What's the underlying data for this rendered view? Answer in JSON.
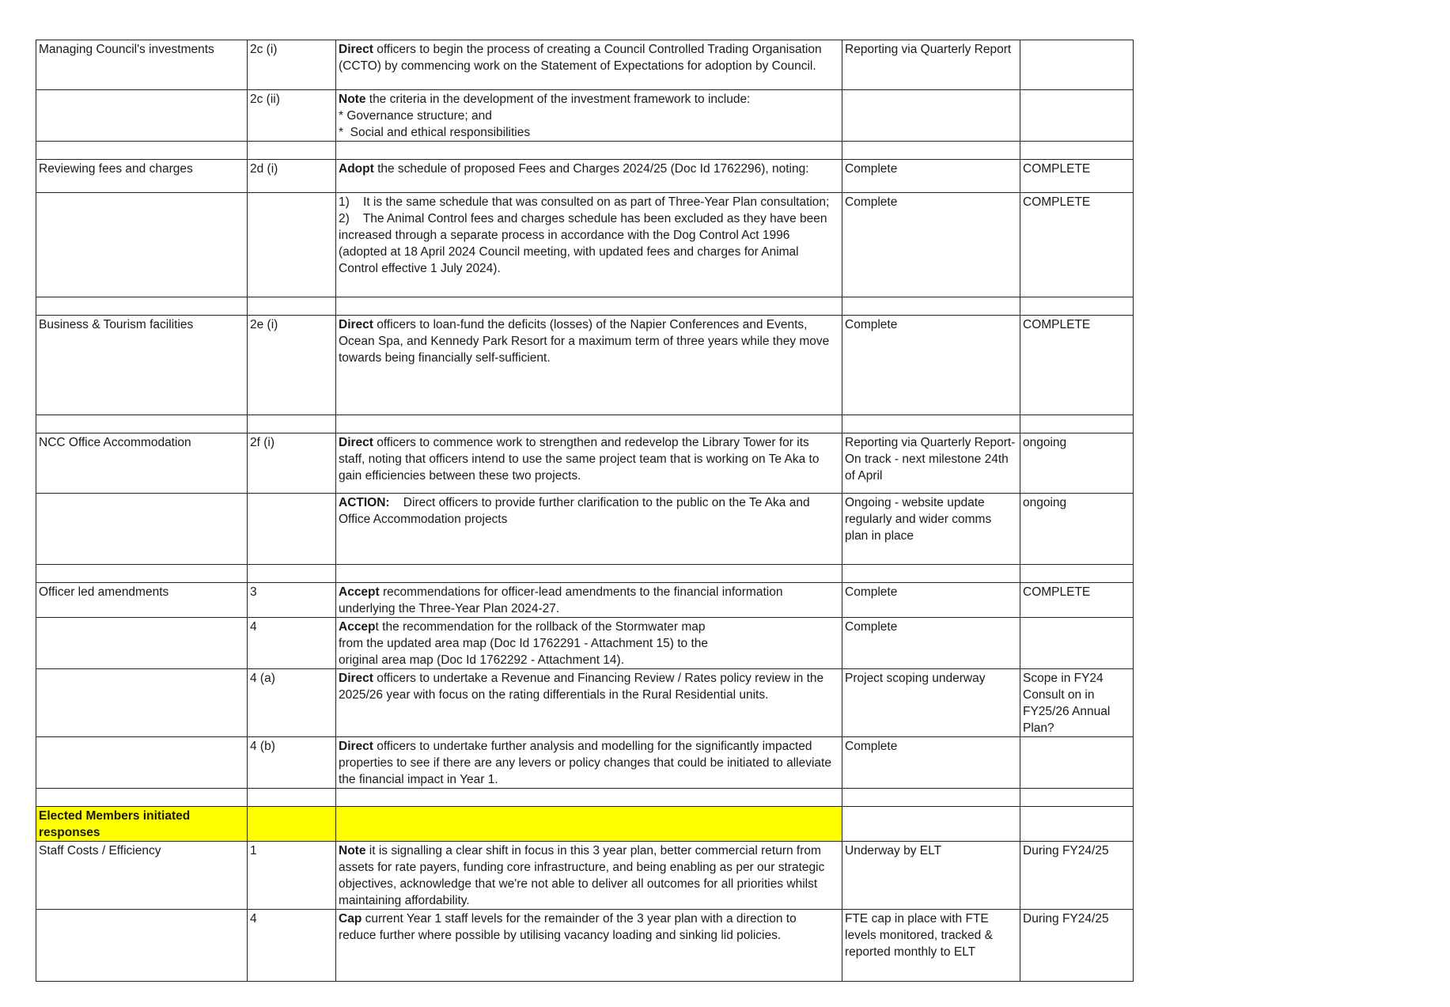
{
  "rows": [
    {
      "area": "Managing Council's investments",
      "ref": "2c (i)",
      "rec_lines": [
        {
          "kw": "Direct",
          "text": " officers to begin the process of creating a Council Controlled Trading Organisation"
        },
        {
          "kw": "",
          "text": "(CCTO) by commencing work on the Statement of Expectations for adoption by Council."
        }
      ],
      "progress": "Reporting via Quarterly Report",
      "status": ""
    },
    {
      "area": "",
      "ref": "2c (ii)",
      "rec_lines": [
        {
          "kw": "Note",
          "text": " the criteria in the development of the investment framework to include:"
        },
        {
          "kw": "",
          "text": "* Governance structure; and"
        },
        {
          "kw": "",
          "text": "*  Social and ethical responsibilities"
        }
      ],
      "progress": "",
      "status": ""
    },
    {
      "spacer": true
    },
    {
      "area": "Reviewing fees and charges",
      "ref": "2d (i)",
      "rec_lines": [
        {
          "kw": "Adopt",
          "text": " the schedule of proposed Fees and Charges 2024/25 (Doc Id 1762296), noting:"
        }
      ],
      "progress": "Complete",
      "status": "COMPLETE"
    },
    {
      "area": "",
      "ref": "",
      "rec_lines": [
        {
          "kw": "",
          "text": "1)    It is the same schedule that was consulted on as part of Three-Year Plan consultation;"
        },
        {
          "kw": "",
          "text": "2)    The Animal Control fees and charges schedule has been excluded as they have been"
        },
        {
          "kw": "",
          "text": "increased through a separate process in accordance with the Dog Control Act 1996"
        },
        {
          "kw": "",
          "text": "(adopted at 18 April 2024 Council meeting, with updated fees and charges for Animal"
        },
        {
          "kw": "",
          "text": "Control effective 1 July 2024)."
        }
      ],
      "progress": "Complete",
      "status": "COMPLETE"
    },
    {
      "spacer": true
    },
    {
      "area": "Business & Tourism facilities",
      "ref": "2e (i)",
      "rec_lines": [
        {
          "kw": "Direct",
          "text": " officers to loan-fund the deficits (losses) of the Napier Conferences and Events,"
        },
        {
          "kw": "",
          "text": "Ocean Spa, and Kennedy Park Resort for a maximum term of three years while they move"
        },
        {
          "kw": "",
          "text": "towards being financially self-sufficient."
        }
      ],
      "progress": "Complete",
      "status": "COMPLETE"
    },
    {
      "spacer": true
    },
    {
      "area": "NCC Office Accommodation",
      "ref": "2f (i)",
      "rec_lines": [
        {
          "kw": "Direct",
          "text": " officers to commence work to strengthen and redevelop the Library Tower for its"
        },
        {
          "kw": "",
          "text": "staff, noting that officers intend to use the same project team that is working on Te Aka to"
        },
        {
          "kw": "",
          "text": "gain efficiencies between these two projects."
        }
      ],
      "progress": "Reporting via Quarterly Report-\nOn track - next milestone 24th\nof April",
      "status": "ongoing"
    },
    {
      "area": "",
      "ref": "",
      "rec_lines": [
        {
          "kw": "ACTION:",
          "text": "    Direct officers to provide further clarification to the public on the Te Aka and"
        },
        {
          "kw": "",
          "text": "Office Accommodation projects"
        }
      ],
      "progress": "Ongoing - website update\nregularly and wider comms\nplan in place",
      "status": "ongoing"
    },
    {
      "spacer": true
    },
    {
      "area": "Officer led amendments",
      "ref": "3",
      "rec_lines": [
        {
          "kw": "Accept",
          "text": " recommendations for officer-lead amendments to the financial information"
        },
        {
          "kw": "",
          "text": "underlying the Three-Year Plan 2024-27."
        }
      ],
      "progress": "Complete",
      "status": "COMPLETE"
    },
    {
      "area": "",
      "ref": "4",
      "rec_lines": [
        {
          "kw": "Accep",
          "text": "t the recommendation for the rollback of the Stormwater map"
        },
        {
          "kw": "",
          "text": "from the updated area map (Doc Id 1762291 - Attachment 15) to the"
        },
        {
          "kw": "",
          "text": "original area map (Doc Id 1762292 - Attachment 14)."
        }
      ],
      "progress": "Complete",
      "status": ""
    },
    {
      "area": "",
      "ref": "4 (a)",
      "rec_lines": [
        {
          "kw": "Direct",
          "text": " officers to undertake a Revenue and Financing Review / Rates policy review in the"
        },
        {
          "kw": "",
          "text": "2025/26 year with focus on the rating differentials in the Rural Residential units."
        }
      ],
      "progress": "Project scoping underway",
      "status": "Scope in FY24\nConsult on in\nFY25/26 Annual\nPlan?"
    },
    {
      "area": "",
      "ref": "4 (b)",
      "rec_lines": [
        {
          "kw": "Direct",
          "text": " officers to undertake further analysis and modelling for the significantly impacted"
        },
        {
          "kw": "",
          "text": "properties to see if there are any levers or policy changes that could be initiated to alleviate"
        },
        {
          "kw": "",
          "text": "the financial impact in Year 1."
        }
      ],
      "progress": "Complete",
      "status": ""
    },
    {
      "spacer": true
    },
    {
      "highlight": true,
      "area": "Elected Members initiated\nresponses",
      "ref": "",
      "rec_lines": [],
      "progress": "",
      "status": ""
    },
    {
      "area": "Staff Costs / Efficiency",
      "ref": "1",
      "rec_lines": [
        {
          "kw": "Note",
          "text": " it is signalling a clear shift in focus in this 3 year plan, better commercial return from"
        },
        {
          "kw": "",
          "text": "assets for rate payers, funding core infrastructure, and being enabling as per our strategic"
        },
        {
          "kw": "",
          "text": "objectives, acknowledge that we're not able to deliver all outcomes for all priorities whilst"
        },
        {
          "kw": "",
          "text": "maintaining affordability."
        }
      ],
      "progress": "Underway by ELT",
      "status": "During FY24/25"
    },
    {
      "area": "",
      "ref": "4",
      "rec_lines": [
        {
          "kw": "Cap",
          "text": " current Year 1 staff levels for the remainder of the 3 year plan with a direction to"
        },
        {
          "kw": "",
          "text": "reduce further where possible by utilising vacancy loading and sinking lid policies."
        }
      ],
      "progress": "FTE cap in place with FTE\nlevels monitored, tracked &\nreported monthly to ELT",
      "status": "During FY24/25"
    }
  ]
}
